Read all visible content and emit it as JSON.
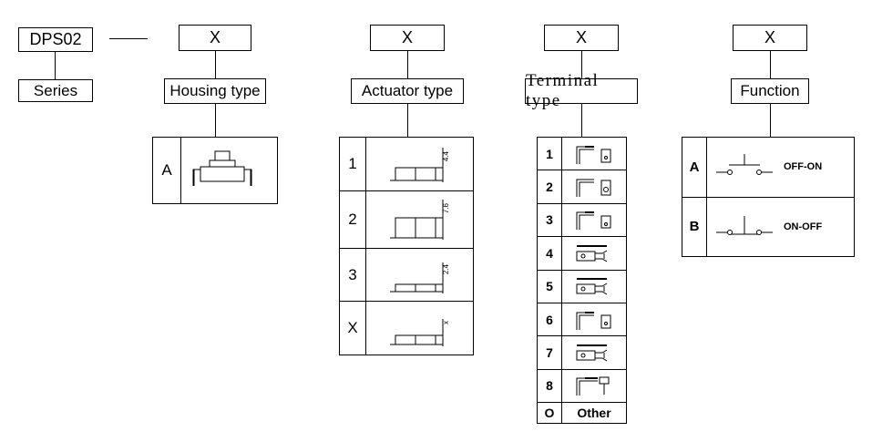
{
  "series": {
    "code": "DPS02",
    "label": "Series"
  },
  "housing": {
    "code": "X",
    "label": "Housing type",
    "options": [
      {
        "key": "A"
      }
    ]
  },
  "actuator": {
    "code": "X",
    "label": "Actuator type",
    "options": [
      {
        "key": "1",
        "dimension": "4.4"
      },
      {
        "key": "2",
        "dimension": "7.6"
      },
      {
        "key": "3",
        "dimension": "2.4"
      },
      {
        "key": "X",
        "dimension": "x"
      }
    ]
  },
  "terminal": {
    "code": "X",
    "label": "Terminal type",
    "options": [
      {
        "key": "1",
        "icon": "l-bracket-terminal-icon"
      },
      {
        "key": "2",
        "icon": "l-bracket-terminal-icon"
      },
      {
        "key": "3",
        "icon": "l-bracket-terminal-icon"
      },
      {
        "key": "4",
        "icon": "fork-terminal-icon"
      },
      {
        "key": "5",
        "icon": "fork-terminal-icon"
      },
      {
        "key": "6",
        "icon": "l-bracket-terminal-icon"
      },
      {
        "key": "7",
        "icon": "fork-terminal-icon"
      },
      {
        "key": "8",
        "icon": "pin-terminal-icon"
      },
      {
        "key": "O",
        "text": "Other"
      }
    ]
  },
  "function": {
    "code": "X",
    "label": "Function",
    "options": [
      {
        "key": "A",
        "text": "OFF-ON",
        "icon": "normally-open-switch-icon"
      },
      {
        "key": "B",
        "text": "ON-OFF",
        "icon": "normally-closed-switch-icon"
      }
    ]
  }
}
